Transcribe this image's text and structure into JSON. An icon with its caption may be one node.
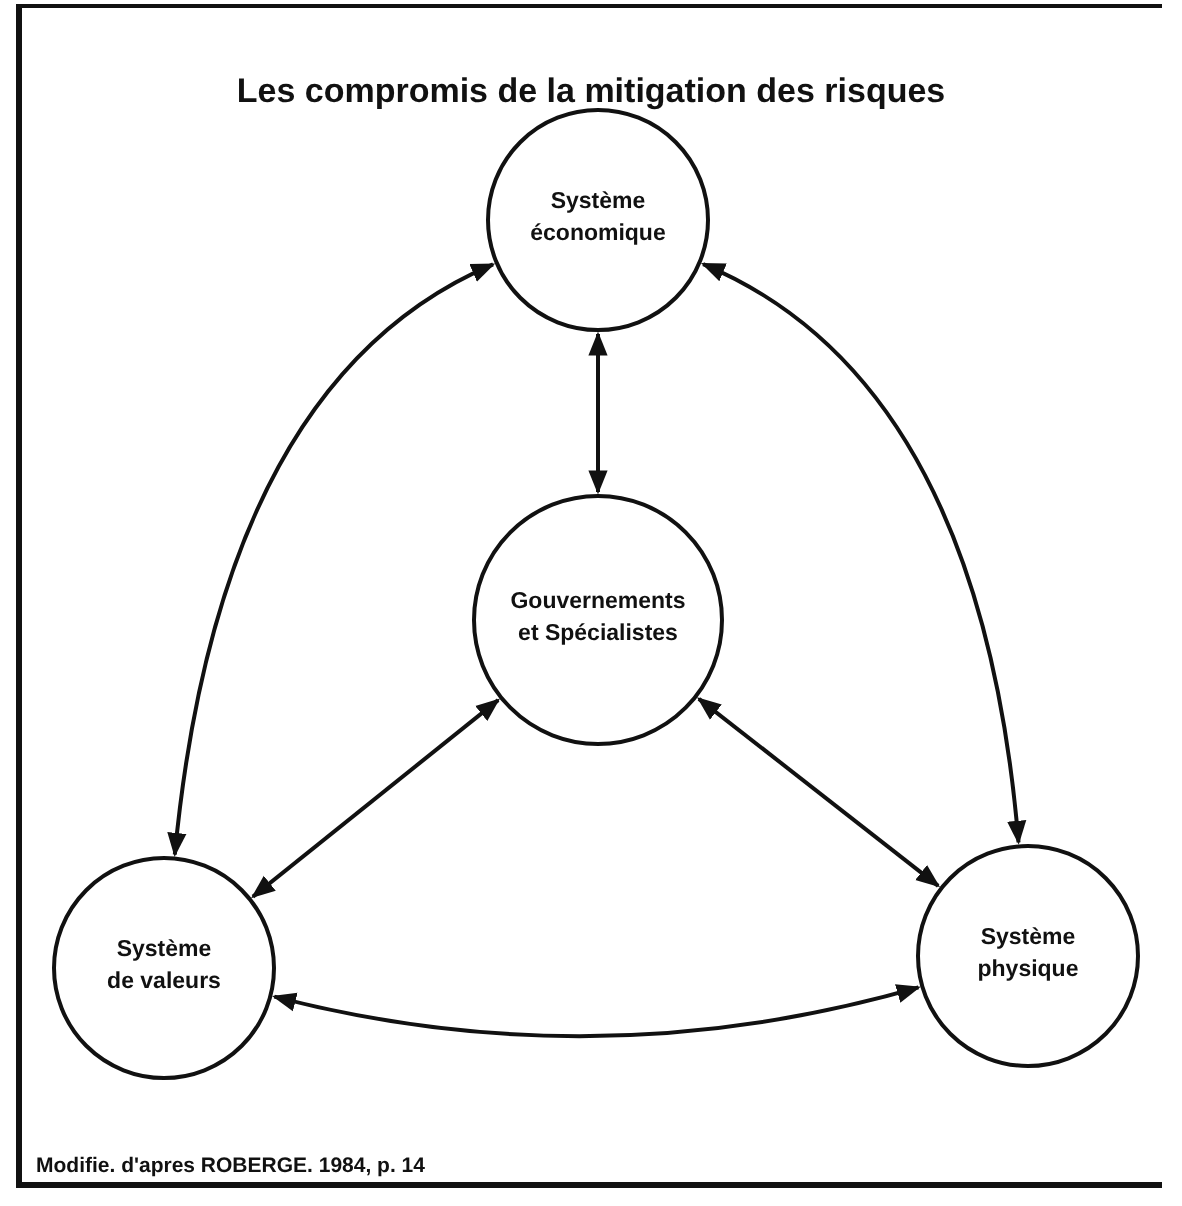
{
  "diagram": {
    "title": "Les compromis de la mitigation des risques",
    "nodes": [
      {
        "text": [
          "Système économique"
        ]
      },
      {
        "text": [
          "Gouvernements et Spécialistes"
        ]
      },
      {
        "text": [
          "Système de valeurs"
        ]
      },
      {
        "text": [
          "Système physique"
        ]
      }
    ],
    "edges": [
      {
        "from": 0,
        "to": 2,
        "arrow": "both"
      },
      {
        "from": 0,
        "to": 3,
        "arrow": "both"
      },
      {
        "from": 0,
        "to": 1,
        "arrow": "both"
      },
      {
        "from": 1,
        "to": 2,
        "arrow": "both"
      },
      {
        "from": 1,
        "to": 3,
        "arrow": "both"
      },
      {
        "from": 2,
        "to": 3,
        "arrow": "both"
      }
    ],
    "caption": "Modifie. d'apres ROBERGE. 1984, p. 14"
  }
}
